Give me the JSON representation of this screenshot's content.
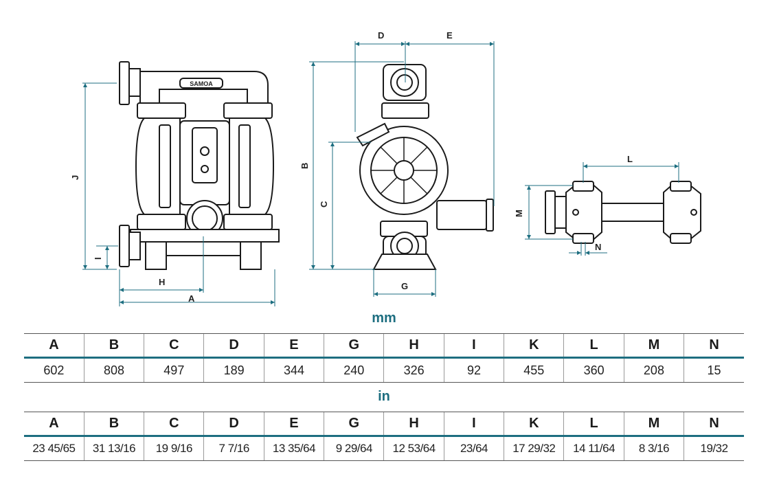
{
  "drawing": {
    "brand_label": "SAMOA",
    "dimension_letters": {
      "A": "A",
      "B": "B",
      "C": "C",
      "D": "D",
      "E": "E",
      "G": "G",
      "H": "H",
      "I": "I",
      "J": "J",
      "L": "L",
      "M": "M",
      "N": "N"
    }
  },
  "tables": {
    "mm": {
      "title": "mm",
      "headers": [
        "A",
        "B",
        "C",
        "D",
        "E",
        "G",
        "H",
        "I",
        "K",
        "L",
        "M",
        "N"
      ],
      "values": [
        "602",
        "808",
        "497",
        "189",
        "344",
        "240",
        "326",
        "92",
        "455",
        "360",
        "208",
        "15"
      ]
    },
    "in": {
      "title": "in",
      "headers": [
        "A",
        "B",
        "C",
        "D",
        "E",
        "G",
        "H",
        "I",
        "K",
        "L",
        "M",
        "N"
      ],
      "values": [
        "23 45/65",
        "31 13/16",
        "19 9/16",
        "7 7/16",
        "13 35/64",
        "9 29/64",
        "12 53/64",
        "23/64",
        "17 29/32",
        "14 11/64",
        "8 3/16",
        "19/32"
      ]
    }
  },
  "colors": {
    "accent": "#1d6e80",
    "line": "#1a1a1a"
  }
}
